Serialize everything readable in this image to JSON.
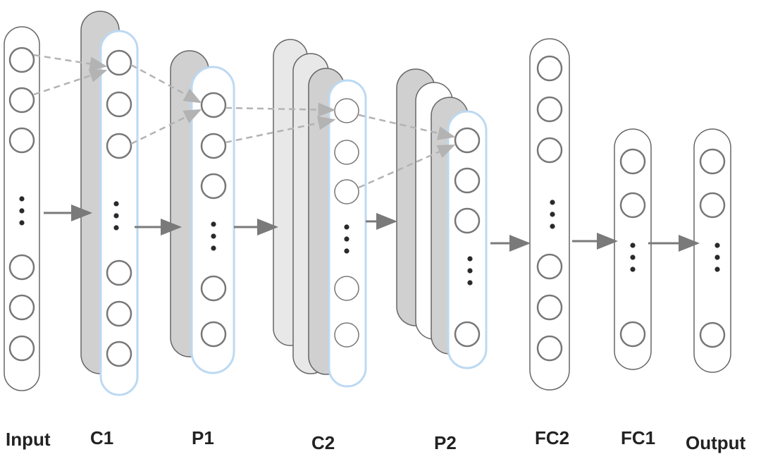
{
  "diagram": {
    "layers": [
      {
        "id": "input",
        "label": "Input"
      },
      {
        "id": "c1",
        "label": "C1"
      },
      {
        "id": "p1",
        "label": "P1"
      },
      {
        "id": "c2",
        "label": "C2"
      },
      {
        "id": "p2",
        "label": "P2"
      },
      {
        "id": "fc2",
        "label": "FC2"
      },
      {
        "id": "fc1",
        "label": "FC1"
      },
      {
        "id": "output",
        "label": "Output"
      }
    ],
    "colors": {
      "stroke": "#666666",
      "node_stroke": "#777777",
      "front_border": "#bcd9f2",
      "dark_panel": "#d0d0d0",
      "light_panel": "#e8e8e8",
      "white_panel": "#ffffff",
      "arrow": "#7a7a7a",
      "dashed": "#b3b3b3",
      "dots": "#2a2a2a"
    }
  }
}
